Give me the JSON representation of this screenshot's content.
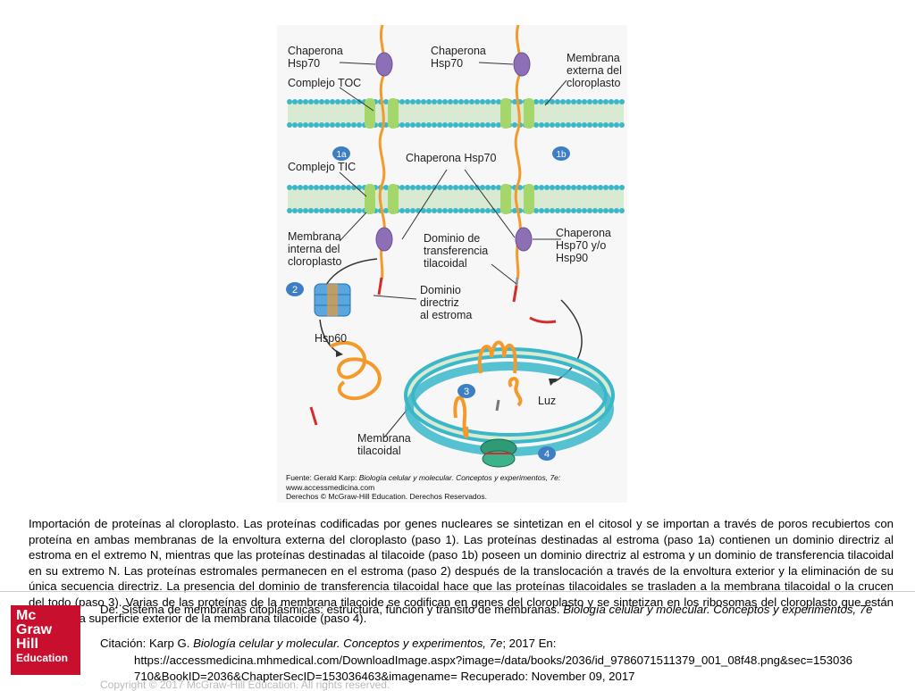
{
  "figure": {
    "labels": {
      "chaperona_left": "Chaperona\nHsp70",
      "chaperona_right": "Chaperona\nHsp70",
      "membrana_externa": "Membrana\nexterna del\ncloroplasto",
      "complejo_toc": "Complejo TOC",
      "step_1a": "1a",
      "step_1b": "1b",
      "complejo_tic": "Complejo TIC",
      "chaperona_hsp70_mid": "Chaperona Hsp70",
      "membrana_interna": "Membrana\ninterna del\ncloroplasto",
      "dominio_transferencia": "Dominio de\ntransferencia\ntilacoidal",
      "chaperona_hsp90": "Chaperona\nHsp70 y/o\nHsp90",
      "step_2": "2",
      "dominio_directriz": "Dominio\ndirectriz\nal estroma",
      "hsp60": "Hsp60",
      "step_3": "3",
      "luz": "Luz",
      "membrana_tilacoidal": "Membrana\ntilacoidal",
      "step_4": "4"
    },
    "source_line1": "Fuente: Gerald Karp: ",
    "source_title": "Biología celular y molecular. Conceptos y experimentos, 7e:",
    "source_line2": "www.accessmedicina.com\nDerechos © McGraw-Hill Education. Derechos Reservados.",
    "colors": {
      "membrane_head": "#3ab7c9",
      "membrane_tail": "#d9ead2",
      "channel": "#a5d66b",
      "protein": "#f39a2b",
      "chaperone": "#8d6fb5",
      "signal": "#d52b2b",
      "step_badge": "#3e7fc4"
    }
  },
  "caption": "Importación de proteínas al cloroplasto. Las proteínas codificadas por genes nucleares se sintetizan en el citosol y se importan a través de poros recubiertos con proteína en ambas membranas de la envoltura externa del cloroplasto (paso 1). Las proteínas destinadas al estroma (paso 1a) contienen un dominio directriz al estroma en el extremo N, mientras que las proteínas destinadas al tilacoide (paso 1b) poseen un dominio directriz al estroma y un dominio de transferencia tilacoidal en su extremo N. Las proteínas estromales permanecen en el estroma (paso 2) después de la translocación a través de la envoltura exterior y la eliminación de su única secuencia directriz. La presencia del dominio de transferencia tilacoidal hace que las proteínas tilacoidales se trasladen a la membrana tilacoidal o la crucen del todo (paso 3). Varias de las proteínas de la membrana tilacoide se codifican en genes del cloroplasto y se sintetizan en los ribosomas del cloroplasto que están unidos a la superficie exterior de la membrana tilacoide (paso 4).",
  "from": {
    "prefix": "De: Sistema de membranas citoplásmicas: estructura, función y tránsito de membranas. ",
    "title": "Biología celular y molecular. Conceptos y experimentos, 7e"
  },
  "citation": {
    "prefix": "Citación: Karp G. ",
    "title": "Biología celular y molecular. Conceptos y experimentos, 7e",
    "suffix": "; 2017 En:",
    "url_line1": "https://accessmedicina.mhmedical.com/DownloadImage.aspx?image=/data/books/2036/id_9786071511379_001_08f48.png&sec=153036",
    "url_line2": "710&BookID=2036&ChapterSecID=153036463&imagename= Recuperado: November 09, 2017"
  },
  "logo": {
    "line1": "Mc",
    "line2": "Graw",
    "line3": "Hill",
    "line4": "Education"
  },
  "copyright": "Copyright © 2017 McGraw-Hill Education. All rights reserved."
}
